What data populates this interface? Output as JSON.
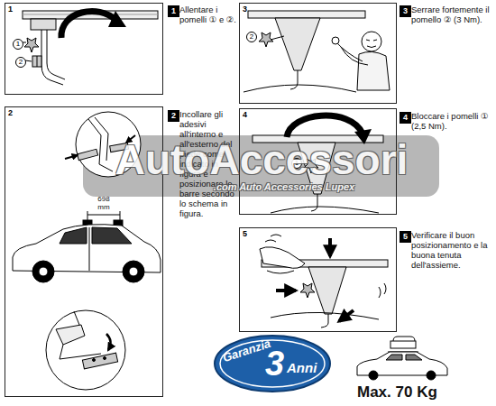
{
  "diagram": {
    "nodes": [
      {
        "text": [
          "1"
        ]
      },
      {
        "text": [
          "1"
        ],
        "in": 0
      },
      {
        "text": [
          "2"
        ],
        "in": 0
      },
      {
        "text": [
          "1"
        ]
      },
      {
        "text": [
          "3"
        ]
      },
      {
        "text": [
          "2"
        ],
        "in": 4
      },
      {
        "text": [
          "3"
        ]
      },
      {
        "text": [
          "2"
        ]
      },
      {
        "text": [
          "2"
        ]
      },
      {
        "text": [
          "4"
        ]
      },
      {
        "text": [
          "1"
        ],
        "in": 9
      },
      {
        "text": [
          "4"
        ]
      },
      {
        "text": [
          "5"
        ]
      },
      {
        "text": [
          "5"
        ]
      },
      {
        "text": [
          "Garanzia",
          "3",
          "Anni"
        ]
      }
    ],
    "labels": [
      "Allentare i pomelli ① e ②.",
      "Serrare fortemente il pomello ② (3 Nm).",
      "Incollare gli adesivi all'interno e all'esterno del piede come indicato in figura e posizionare le barre secondo lo schema in figura.",
      "698 mm",
      "Bloccare i pomelli ① (2,5 Nm).",
      "Verificare il buon posizionamento e la buona tenuta dell'assieme.",
      "AutoAccessori",
      ".com Auto Accessories Lupex",
      "Max. 70 Kg"
    ]
  }
}
